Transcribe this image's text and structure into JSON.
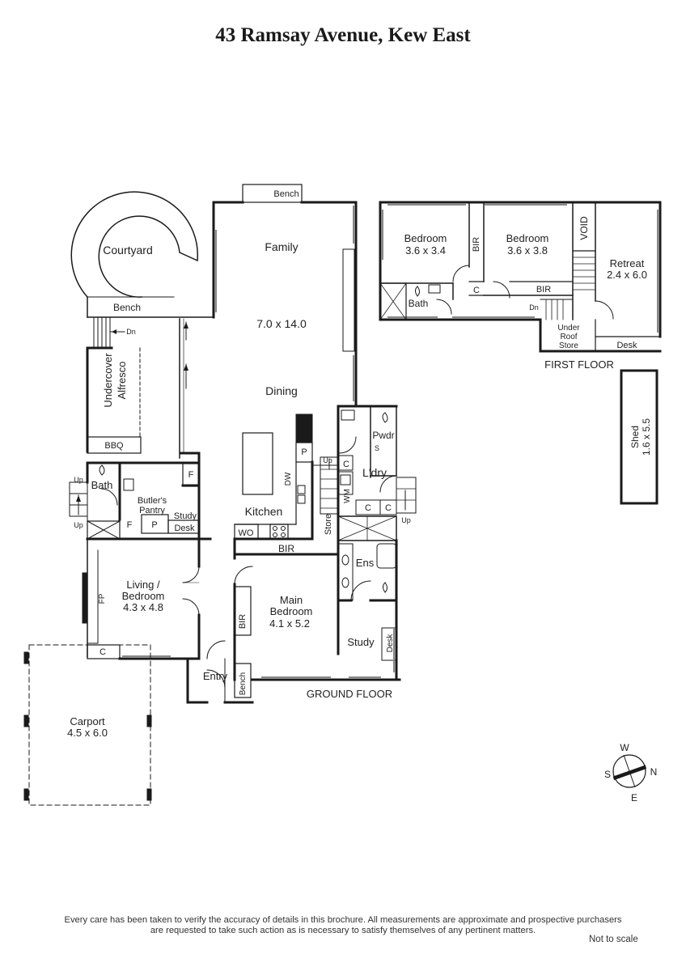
{
  "title": "43 Ramsay Avenue, Kew East",
  "levels": {
    "ground": "GROUND FLOOR",
    "first": "FIRST FLOOR"
  },
  "rooms": {
    "courtyard": "Courtyard",
    "courtyard_bench": "Bench",
    "courtyard_dn": "Dn",
    "family_bench": "Bench",
    "family": "Family",
    "family_size": "7.0 x 14.0",
    "dining": "Dining",
    "alfresco_1": "Undercover",
    "alfresco_2": "Alfresco",
    "bbq": "BBQ",
    "bath_ground": "Bath",
    "up_1": "Up",
    "up_2": "Up",
    "fridge_1": "F",
    "fridge_2": "F",
    "butlers_1": "Butler's",
    "butlers_2": "Pantry",
    "pantry_1": "P",
    "pantry_2": "P",
    "study_small": "Study",
    "desk_small": "Desk",
    "kitchen": "Kitchen",
    "dw": "DW",
    "wo": "WO",
    "store": "Store",
    "pwdr": "Pwdr",
    "s": "S",
    "up_3": "Up",
    "c_1": "C",
    "laundry": "L'dry",
    "wm": "WM",
    "c_2": "C",
    "c_3": "C",
    "up_4": "Up",
    "living_1": "Living /",
    "living_2": "Bedroom",
    "living_size": "4.3 x 4.8",
    "fp": "FP",
    "c_4": "C",
    "bir_kitchen": "BIR",
    "bir_main": "BIR",
    "main_1": "Main",
    "main_2": "Bedroom",
    "main_size": "4.1 x 5.2",
    "ens": "Ens",
    "study": "Study",
    "desk_study": "Desk",
    "entry": "Entry",
    "bench_entry": "Bench",
    "carport": "Carport",
    "carport_size": "4.5 x 6.0",
    "bed1": "Bedroom",
    "bed1_size": "3.6 x 3.4",
    "bir_up_1": "BIR",
    "bed2": "Bedroom",
    "bed2_size": "3.6 x 3.8",
    "void": "VOID",
    "retreat": "Retreat",
    "retreat_size": "2.4 x 6.0",
    "bath_up": "Bath",
    "c_up": "C",
    "bir_up_2": "BIR",
    "dn_up": "Dn",
    "under_1": "Under",
    "under_2": "Roof",
    "under_3": "Store",
    "desk_up": "Desk",
    "shed": "Shed",
    "shed_size": "1.6 x 5.5"
  },
  "compass": {
    "w": "W",
    "s": "S",
    "n": "N",
    "e": "E"
  },
  "disclaimer_line1": "Every care has been taken to verify the accuracy of details in this brochure.  All measurements are approximate and prospective purchasers",
  "disclaimer_line2": "are requested to take such action as is necessary to satisfy themselves of any pertinent matters.",
  "not_to_scale": "Not to scale"
}
